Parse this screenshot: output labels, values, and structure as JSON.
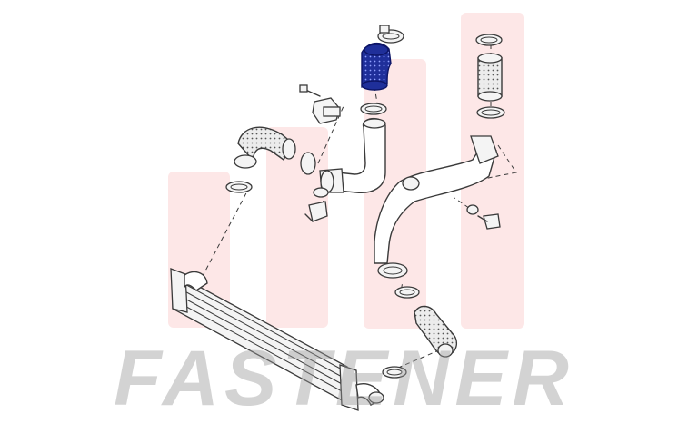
{
  "watermark": {
    "text": "FASTENER",
    "bar_color": "#fde7e7",
    "text_color": "#969696"
  },
  "diagram": {
    "highlight_color": "#1f2f9a",
    "highlighted_part": "upper-hose",
    "parts": [
      "intercooler",
      "upper-hose",
      "right-pipe",
      "left-hose",
      "center-pipe",
      "lower-hose",
      "hose-clamp",
      "bolt",
      "sensor",
      "boost-sensor"
    ]
  }
}
